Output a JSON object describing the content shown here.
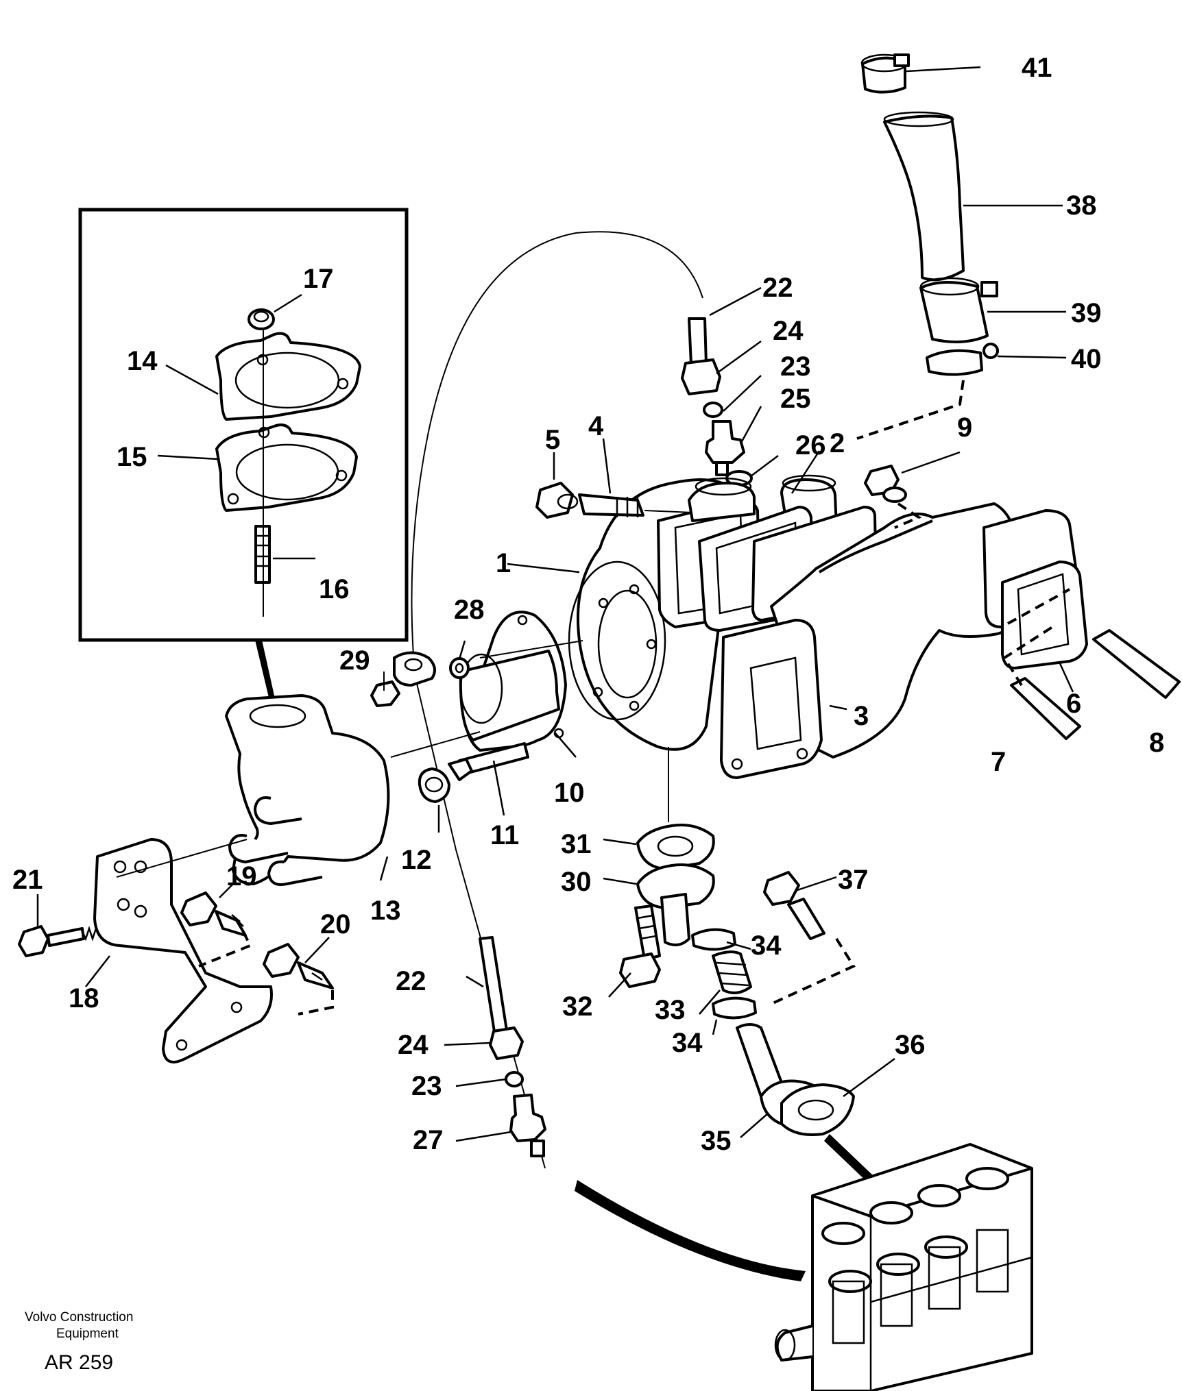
{
  "callouts": {
    "c1": "1",
    "c2": "2",
    "c3": "3",
    "c4": "4",
    "c5": "5",
    "c6": "6",
    "c7": "7",
    "c8": "8",
    "c9": "9",
    "c10": "10",
    "c11": "11",
    "c12": "12",
    "c13": "13",
    "c14": "14",
    "c15": "15",
    "c16": "16",
    "c17": "17",
    "c18": "18",
    "c19": "19",
    "c20": "20",
    "c21": "21",
    "c22a": "22",
    "c22b": "22",
    "c23a": "23",
    "c23b": "23",
    "c24a": "24",
    "c24b": "24",
    "c25": "25",
    "c26": "26",
    "c27": "27",
    "c28": "28",
    "c29": "29",
    "c30": "30",
    "c31": "31",
    "c32": "32",
    "c33": "33",
    "c34a": "34",
    "c34b": "34",
    "c35": "35",
    "c36": "36",
    "c37": "37",
    "c38": "38",
    "c39": "39",
    "c40": "40",
    "c41": "41"
  },
  "footer": {
    "brand_line1": "Volvo Construction",
    "brand_line2": "Equipment",
    "code": "AR 259"
  }
}
